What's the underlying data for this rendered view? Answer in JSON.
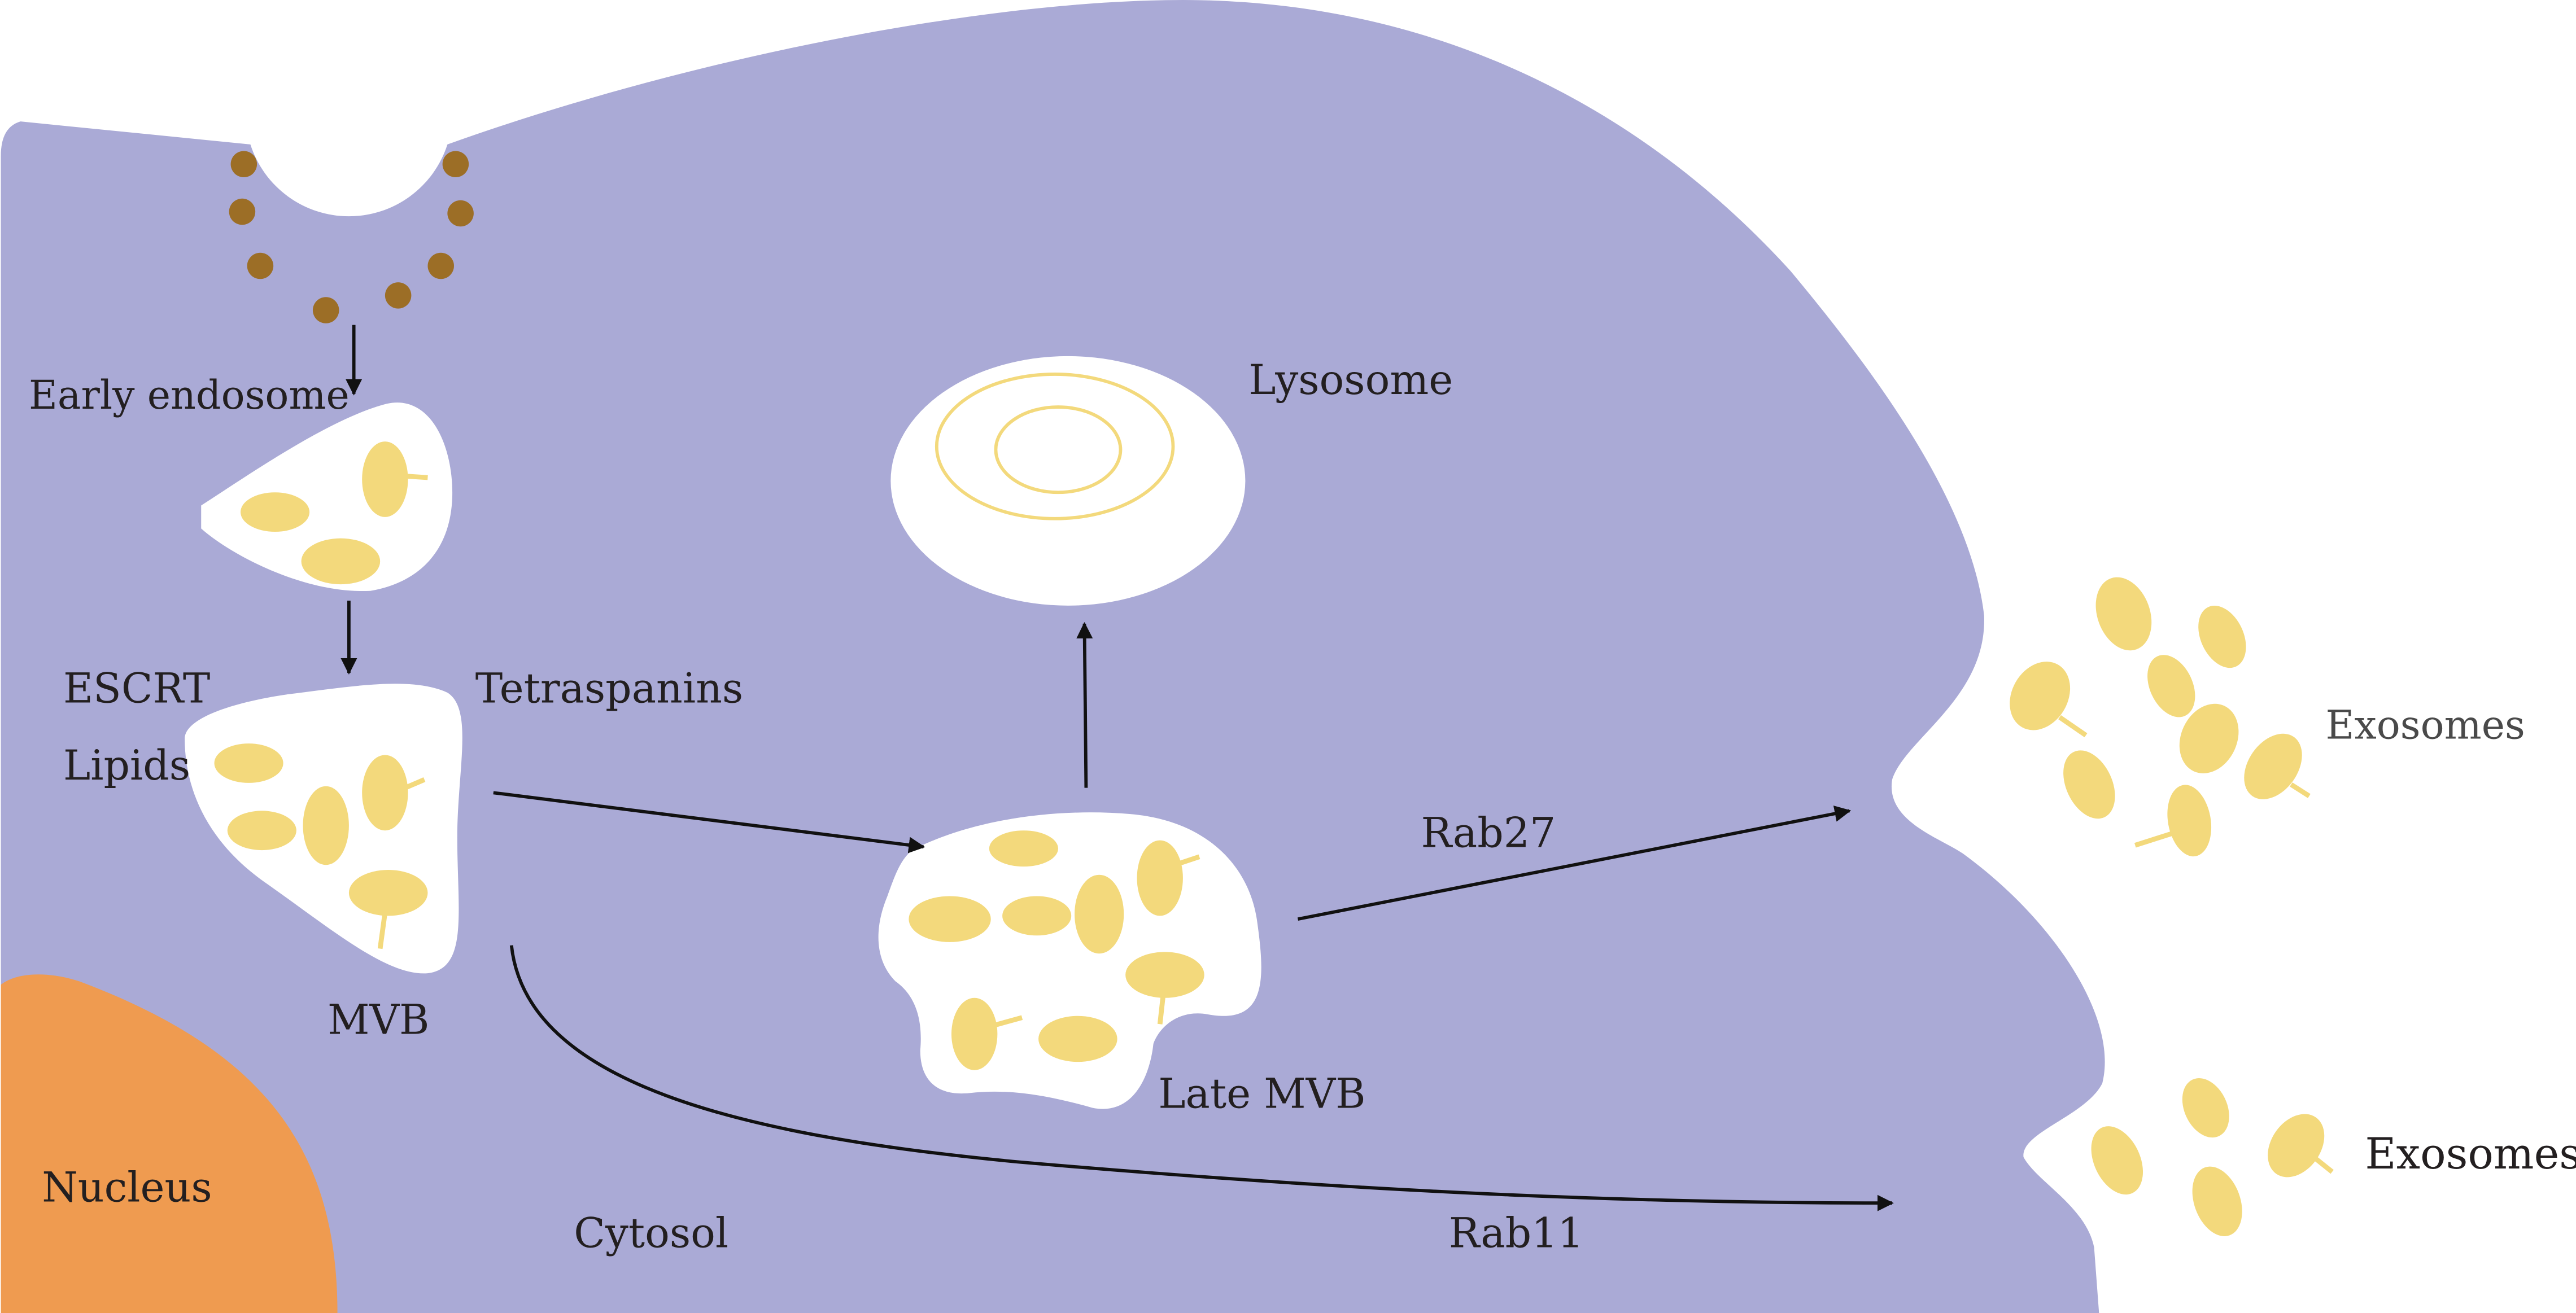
{
  "labels": {
    "early_endosome": "Early endosome",
    "lysosome": "Lysosome",
    "escrt": "ESCRT",
    "lipids": "Lipids",
    "tetraspanins": "Tetraspanins",
    "mvb": "MVB",
    "late_mvb": "Late MVB",
    "rab27": "Rab27",
    "rab11": "Rab11",
    "exosomes_upper": "Exosomes",
    "exosomes_lower": "Exosomes",
    "nucleus": "Nucleus",
    "cytosol": "Cytosol"
  },
  "colors": {
    "cell": "#aaaad6",
    "nucleus": "#ef9b50",
    "vesicle": "#f3d97c",
    "receptor_dot": "#9c6e26",
    "compartment": "#ffffff",
    "arrow": "#111111"
  }
}
